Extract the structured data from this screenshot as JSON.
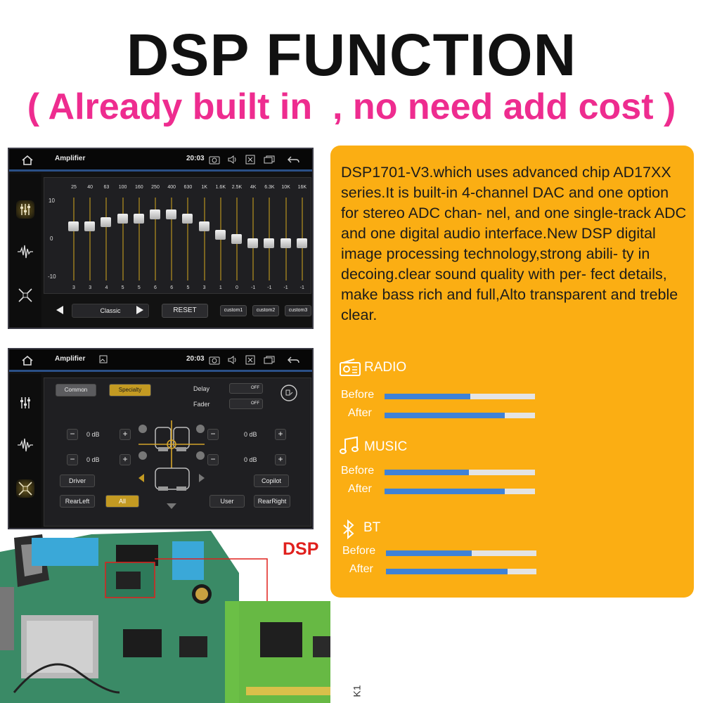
{
  "header": {
    "title": "DSP FUNCTION",
    "subtitle": "( Already built in  , no need add cost )"
  },
  "screen1": {
    "app_title": "Amplifier",
    "time": "20:03",
    "eq": {
      "bands": [
        {
          "freq": "25",
          "value": "3",
          "level": 3
        },
        {
          "freq": "40",
          "value": "3",
          "level": 3
        },
        {
          "freq": "63",
          "value": "4",
          "level": 4
        },
        {
          "freq": "100",
          "value": "5",
          "level": 5
        },
        {
          "freq": "160",
          "value": "5",
          "level": 5
        },
        {
          "freq": "250",
          "value": "6",
          "level": 6
        },
        {
          "freq": "400",
          "value": "6",
          "level": 6
        },
        {
          "freq": "630",
          "value": "5",
          "level": 5
        },
        {
          "freq": "1K",
          "value": "3",
          "level": 3
        },
        {
          "freq": "1.6K",
          "value": "1",
          "level": 1
        },
        {
          "freq": "2.5K",
          "value": "0",
          "level": 0
        },
        {
          "freq": "4K",
          "value": "-1",
          "level": -1
        },
        {
          "freq": "6.3K",
          "value": "-1",
          "level": -1
        },
        {
          "freq": "10K",
          "value": "-1",
          "level": -1
        },
        {
          "freq": "16K",
          "value": "-1",
          "level": -1
        }
      ],
      "y_max_label": "10",
      "y_zero_label": "0",
      "y_min_label": "-10",
      "y_range": [
        -10,
        10
      ]
    },
    "preset": "Classic",
    "reset_label": "RESET",
    "custom1": "custom1",
    "custom2": "custom2",
    "custom3": "custom3"
  },
  "screen2": {
    "app_title": "Amplifier",
    "time": "20:03",
    "tab_common": "Common",
    "tab_specialty": "Specialty",
    "delay_label": "Delay",
    "fader_label": "Fader",
    "toggle_off": "OFF",
    "db_front_left": "0 dB",
    "db_front_right": "0 dB",
    "db_rear_left": "0 dB",
    "db_rear_right": "0 dB",
    "driver": "Driver",
    "copilot": "Copilot",
    "rearleft": "RearLeft",
    "all": "All",
    "user": "User",
    "rearright": "RearRight"
  },
  "info": {
    "description": "  DSP1701-V3.which uses advanced chip AD17XX series.It is built-in 4-channel DAC and one option for stereo ADC chan- nel, and one single-track ADC and one digital audio interface.New DSP digital image processing technology,strong abili- ty in decoing.clear sound quality with per- fect details, make bass rich and full,Alto transparent and treble clear.",
    "categories": [
      {
        "name": "RADIO",
        "icon": "radio-icon",
        "before_label": "Before",
        "after_label": "After",
        "before": 0.57,
        "after": 0.8
      },
      {
        "name": "MUSIC",
        "icon": "music-note-icon",
        "before_label": "Before",
        "after_label": "After",
        "before": 0.56,
        "after": 0.8
      },
      {
        "name": "BT",
        "icon": "bluetooth-icon",
        "before_label": "Before",
        "after_label": "After",
        "before": 0.57,
        "after": 0.81
      }
    ],
    "bar_color": "#3f82d6",
    "box_color": "#fbae13"
  },
  "board": {
    "dsp_label": "DSP",
    "module_label": "K1"
  }
}
